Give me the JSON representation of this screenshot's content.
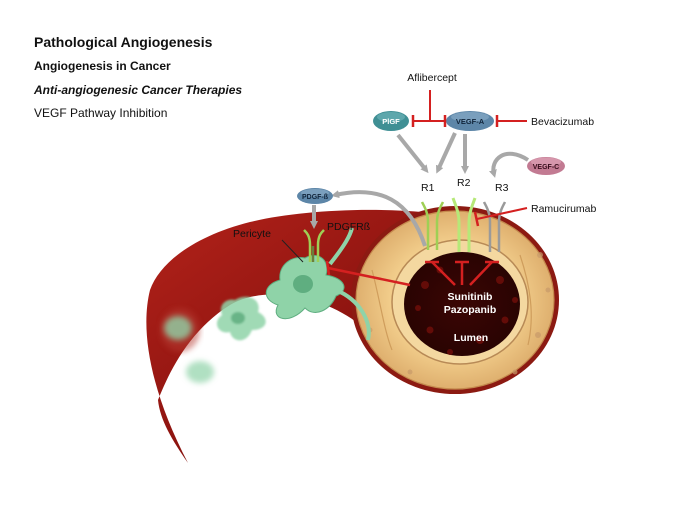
{
  "header": {
    "title": "Pathological Angiogenesis",
    "subtitle1": "Angiogenesis in Cancer",
    "subtitle2": "Anti-angiogenesic Cancer Therapies",
    "subtitle3": "VEGF Pathway Inhibition"
  },
  "ligands": {
    "plgf": "PlGF",
    "vegf_a": "VEGF-A",
    "vegf_c": "VEGF-C",
    "pdgf_b": "PDGF-ß"
  },
  "drugs": {
    "aflibercept": "Aflibercept",
    "bevacizumab": "Bevacizumab",
    "ramucirumab": "Ramucirumab",
    "sunitinib": "Sunitinib",
    "pazopanib": "Pazopanib"
  },
  "receptors": {
    "r1": "R1",
    "r2": "R2",
    "r3": "R3",
    "pdgfr": "PDGFRß"
  },
  "structures": {
    "pericyte": "Pericyte",
    "lumen": "Lumen"
  },
  "colors": {
    "inhibitor_red": "#d42020",
    "arrow_gray": "#a8a8a8",
    "vessel_red": "#8e1410",
    "receptor_green": "#9fcf55",
    "pericyte_green": "#8fd3a8",
    "ligand_teal": "#3f8f94",
    "ligand_blue": "#5d86a8",
    "ligand_pink": "#c27a92"
  }
}
